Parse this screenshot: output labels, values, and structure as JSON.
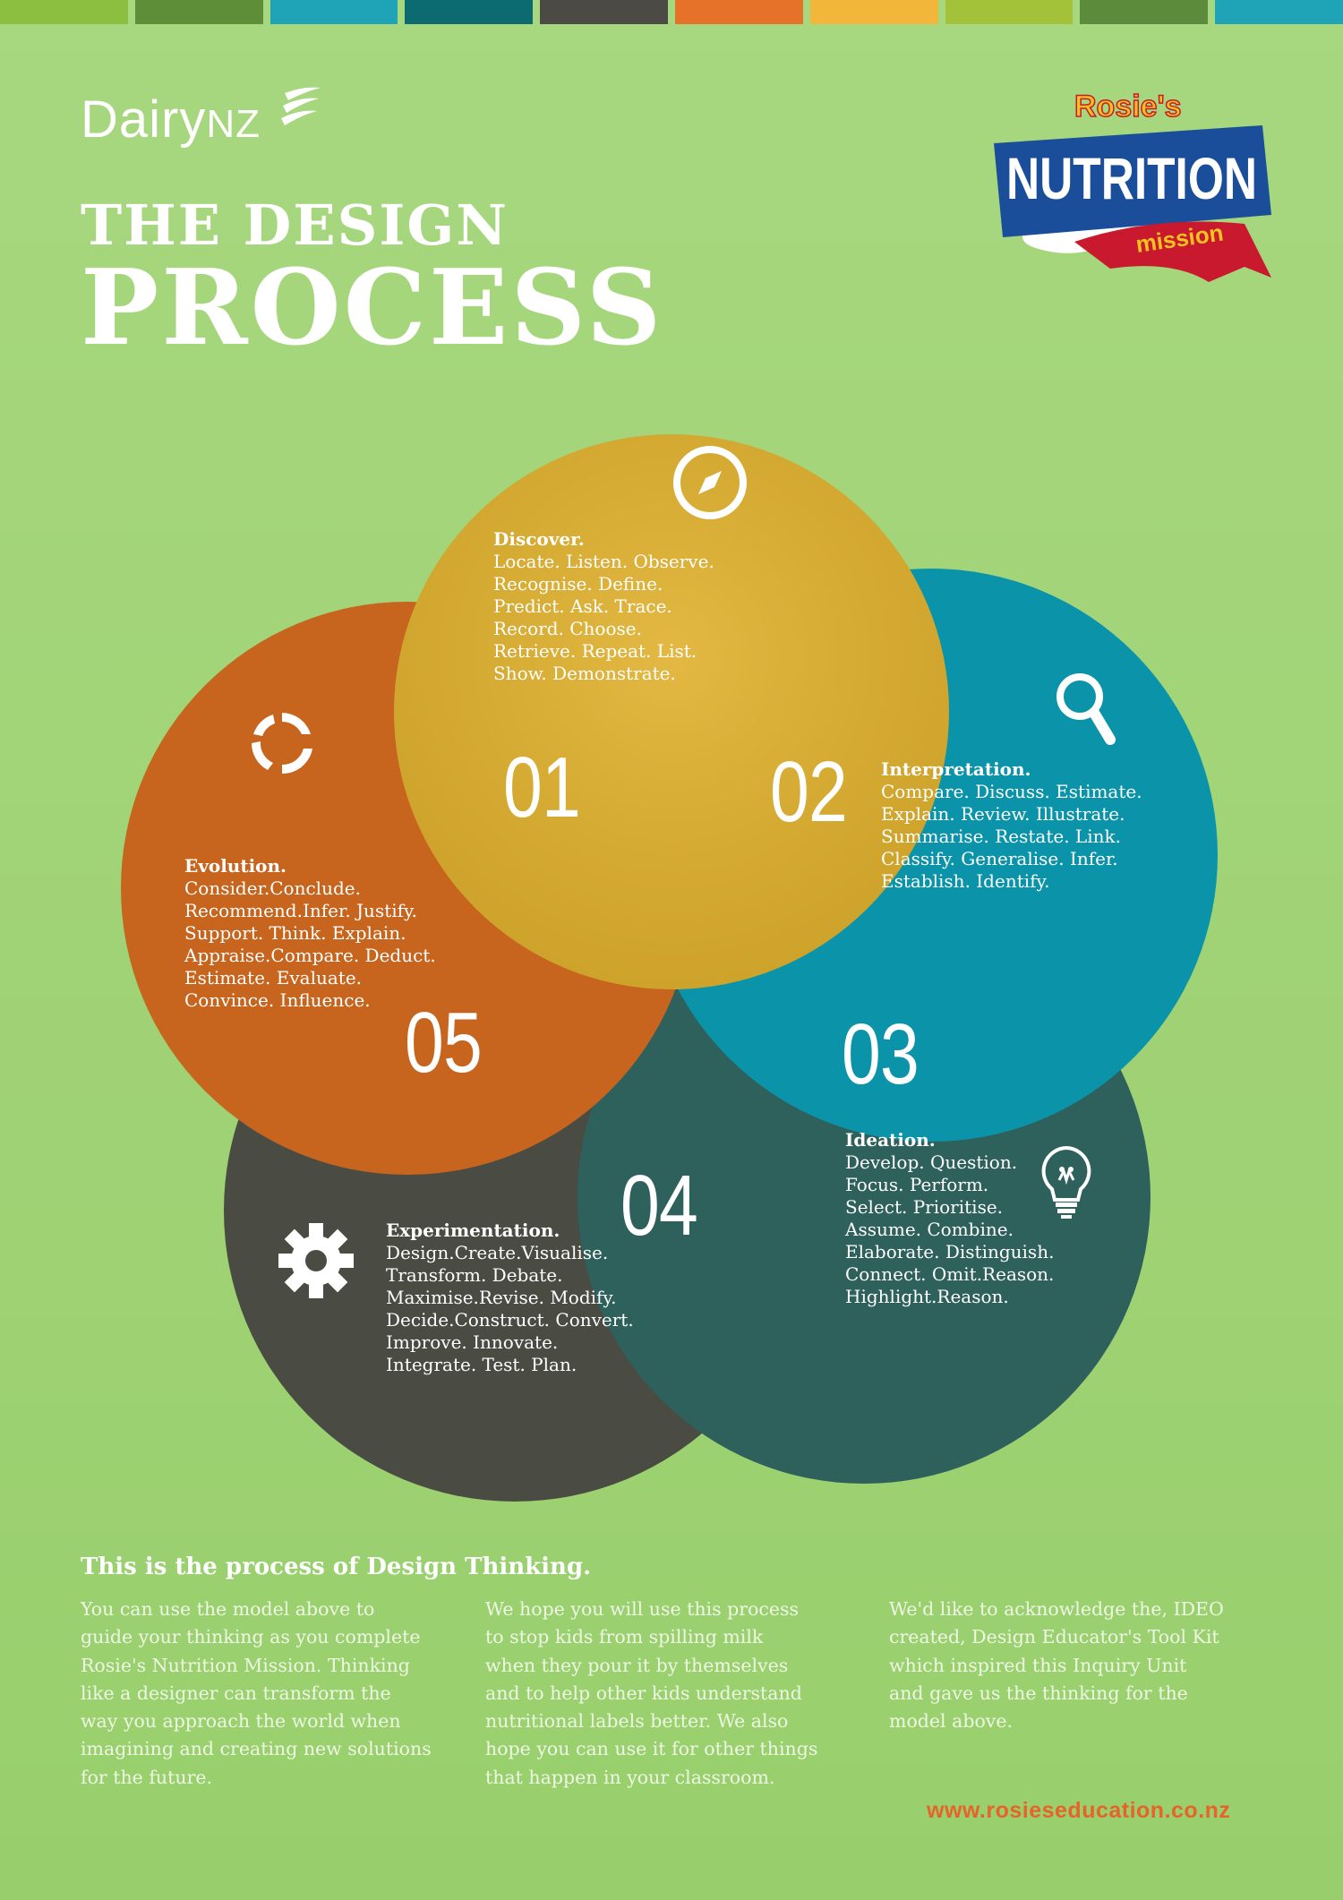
{
  "colors": {
    "background": "#a3d57a",
    "discover": "#e0b12e",
    "interpretation": "#0b94a9",
    "ideation": "#2e605c",
    "experimentation": "#4a4c43",
    "evolution": "#c7651f",
    "url": "#e8632a",
    "topbar": [
      "#8cbf3f",
      "#5f8e39",
      "#1fa4b7",
      "#0c6a71",
      "#4c4a45",
      "#e6722a",
      "#f2b73a",
      "#a3c23a",
      "#5c8b3c",
      "#1fa4b7"
    ]
  },
  "brand": {
    "dairy": "Dairy",
    "nz": "NZ"
  },
  "mission_logo": {
    "top": "Rosie's",
    "middle": "NUTRITION",
    "bottom": "mission"
  },
  "title": {
    "line1": "THE DESIGN",
    "line2": "PROCESS"
  },
  "stages": {
    "discover": {
      "number": "01",
      "heading": "Discover.",
      "lines": [
        "Locate. Listen. Observe.",
        "Recognise. Define.",
        "Predict. Ask. Trace.",
        "Record. Choose.",
        "Retrieve. Repeat. List.",
        "Show. Demonstrate."
      ],
      "icon": "compass-icon"
    },
    "interpretation": {
      "number": "02",
      "heading": "Interpretation.",
      "lines": [
        "Compare. Discuss. Estimate.",
        "Explain. Review. Illustrate.",
        "Summarise. Restate. Link.",
        "Classify. Generalise. Infer.",
        "Establish. Identify."
      ],
      "icon": "magnifier-icon"
    },
    "ideation": {
      "number": "03",
      "heading": "Ideation.",
      "lines": [
        "Develop. Question.",
        "Focus. Perform.",
        "Select. Prioritise.",
        "Assume. Combine.",
        "Elaborate. Distinguish.",
        "Connect. Omit.Reason.",
        "Highlight.Reason."
      ],
      "icon": "lightbulb-icon"
    },
    "experimentation": {
      "number": "04",
      "heading": "Experimentation.",
      "lines": [
        "Design.Create.Visualise.",
        "Transform. Debate.",
        "Maximise.Revise. Modify.",
        "Decide.Construct. Convert.",
        "Improve. Innovate.",
        "Integrate. Test. Plan."
      ],
      "icon": "gear-icon"
    },
    "evolution": {
      "number": "05",
      "heading": "Evolution.",
      "lines": [
        "Consider.Conclude.",
        "Recommend.Infer. Justify.",
        "Support. Think. Explain.",
        "Appraise.Compare. Deduct.",
        "Estimate. Evaluate.",
        "Convince. Influence."
      ],
      "icon": "cycle-arrows-icon"
    }
  },
  "footer": {
    "title": "This is the process of Design Thinking.",
    "col1": [
      "You can use the model above to",
      "guide your thinking as you complete",
      "Rosie's Nutrition Mission. Thinking",
      "like a designer can transform the",
      "way you approach the world when",
      "imagining and creating new solutions",
      "for the future."
    ],
    "col2": [
      "We hope you will use this process",
      "to stop kids from spilling milk",
      "when they pour it by themselves",
      "and to help other kids understand",
      "nutritional labels better.  We also",
      "hope you can use it for other things",
      "that happen in your classroom."
    ],
    "col3": [
      "We'd like to acknowledge the, IDEO",
      "created, Design Educator's Tool Kit",
      "which inspired this Inquiry Unit",
      "and gave us the thinking for the",
      "model above."
    ],
    "url": "www.rosieseducation.co.nz"
  }
}
